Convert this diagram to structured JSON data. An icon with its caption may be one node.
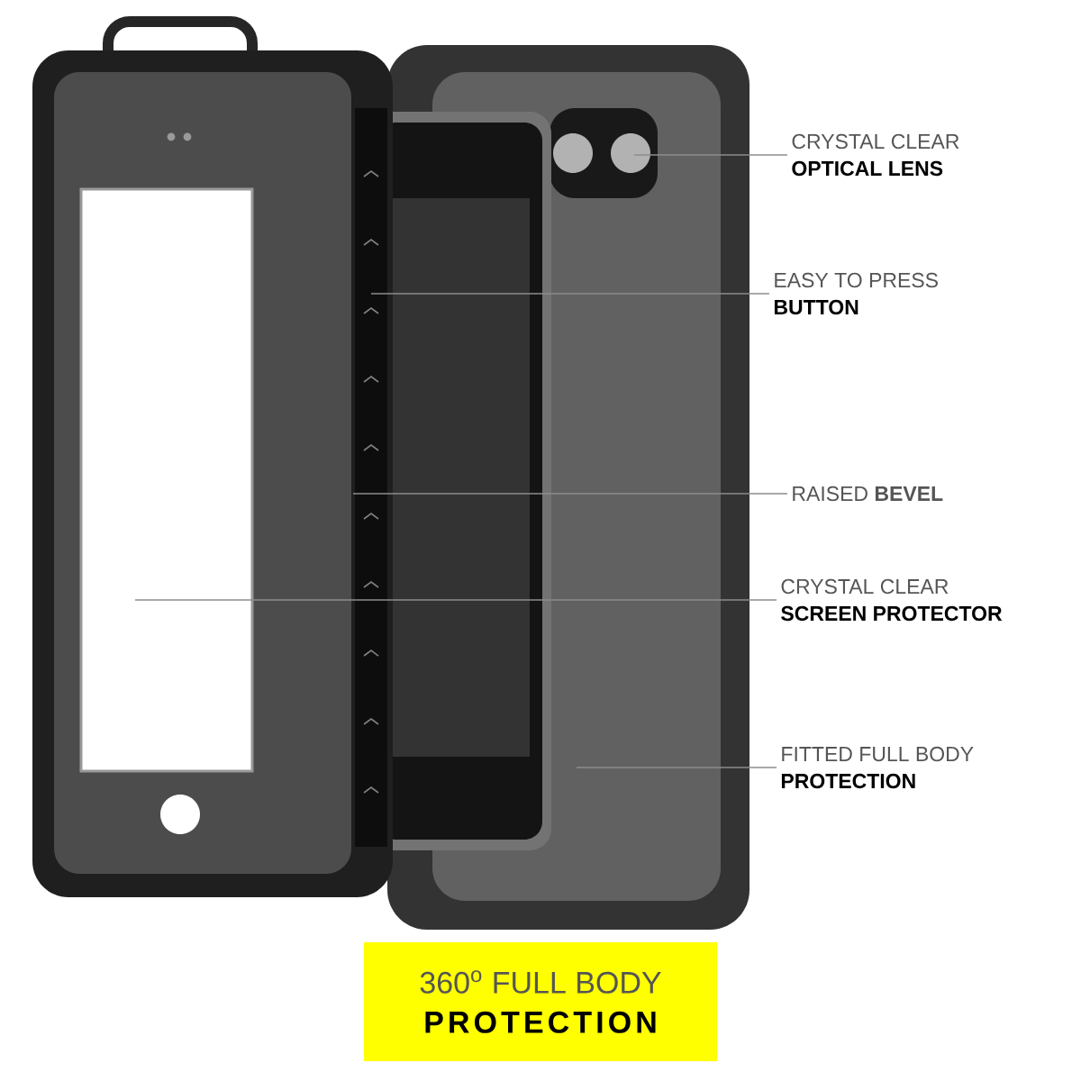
{
  "diagram": {
    "nodes": [
      {
        "text": [
          "CRYSTAL CLEAR",
          "OPTICAL LENS"
        ]
      },
      {
        "text": [
          "EASY TO PRESS",
          "BUTTON"
        ]
      },
      {
        "text": [
          "RAISED **BEVEL**"
        ]
      },
      {
        "text": [
          "CRYSTAL CLEAR",
          "SCREEN PROTECTOR"
        ]
      },
      {
        "text": [
          "FITTED FULL BODY",
          "PROTECTION"
        ]
      },
      {
        "text": [
          "360$^{o}$ FULL BODY",
          "PROTECTION"
        ]
      }
    ],
    "edges": [
      {
        "from": 0,
        "to": null,
        "arrow": "none"
      },
      {
        "from": 1,
        "to": null,
        "arrow": "none"
      },
      {
        "from": 2,
        "to": null,
        "arrow": "none"
      },
      {
        "from": 3,
        "to": null,
        "arrow": "none"
      },
      {
        "from": 4,
        "to": null,
        "arrow": "none"
      }
    ]
  }
}
